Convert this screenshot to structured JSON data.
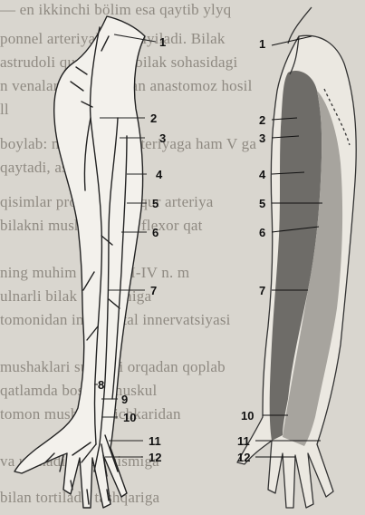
{
  "background_text": [
    "— en ikkinchi bölim esa qaytib ylyq",
    "ponnel arteriyalarga quyiladi. Bilak",
    "astrudoli quyiladi — bilak sohasidagi",
    "n venalari ulnaris bilan anastomoz hosil",
    "ll",
    "boylab: naruzhnaya arteriyaga ham V ga",
    "qaytadi, asosan sathi.",
    "qisimlar profunda chuqur arteriya",
    "bilakni mushaklari va flexor qat",
    "ning muhim qismi III-IV n. m",
    "ulnarli bilak bo‘g‘imiga",
    "tomonidan interkostal innervatsiyasi",
    "",
    "mushaklari suyakni orqadan qoplab",
    "qatlamda boshqa muskul",
    "tomon mushaklar ichkaridan",
    "va ulanadi, bilak qismiga",
    "bilan tortiladi; tashqariga"
  ],
  "labels_left": [
    "1",
    "2",
    "3",
    "4",
    "5",
    "6",
    "7",
    "8",
    "9",
    "10",
    "11",
    "12"
  ],
  "labels_right": [
    "1",
    "2",
    "3",
    "4",
    "5",
    "6",
    "7",
    "10",
    "11",
    "12"
  ]
}
